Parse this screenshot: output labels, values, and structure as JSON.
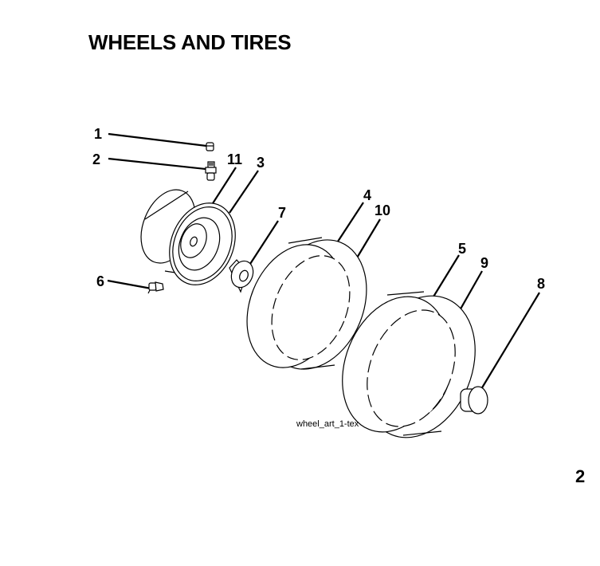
{
  "page": {
    "title": "WHEELS AND TIRES",
    "page_number": "2"
  },
  "figure": {
    "caption": "wheel_art_1-tex",
    "callouts": [
      {
        "number": "1",
        "part": "valve-cap"
      },
      {
        "number": "2",
        "part": "valve-stem"
      },
      {
        "number": "3",
        "part": "rim-ring"
      },
      {
        "number": "4",
        "part": "tire-front"
      },
      {
        "number": "5",
        "part": "tire-rear"
      },
      {
        "number": "6",
        "part": "grease-fitting"
      },
      {
        "number": "7",
        "part": "bushing"
      },
      {
        "number": "8",
        "part": "hub-cap"
      },
      {
        "number": "9",
        "part": "tube-rear"
      },
      {
        "number": "10",
        "part": "tube-front"
      },
      {
        "number": "11",
        "part": "rim"
      }
    ]
  }
}
